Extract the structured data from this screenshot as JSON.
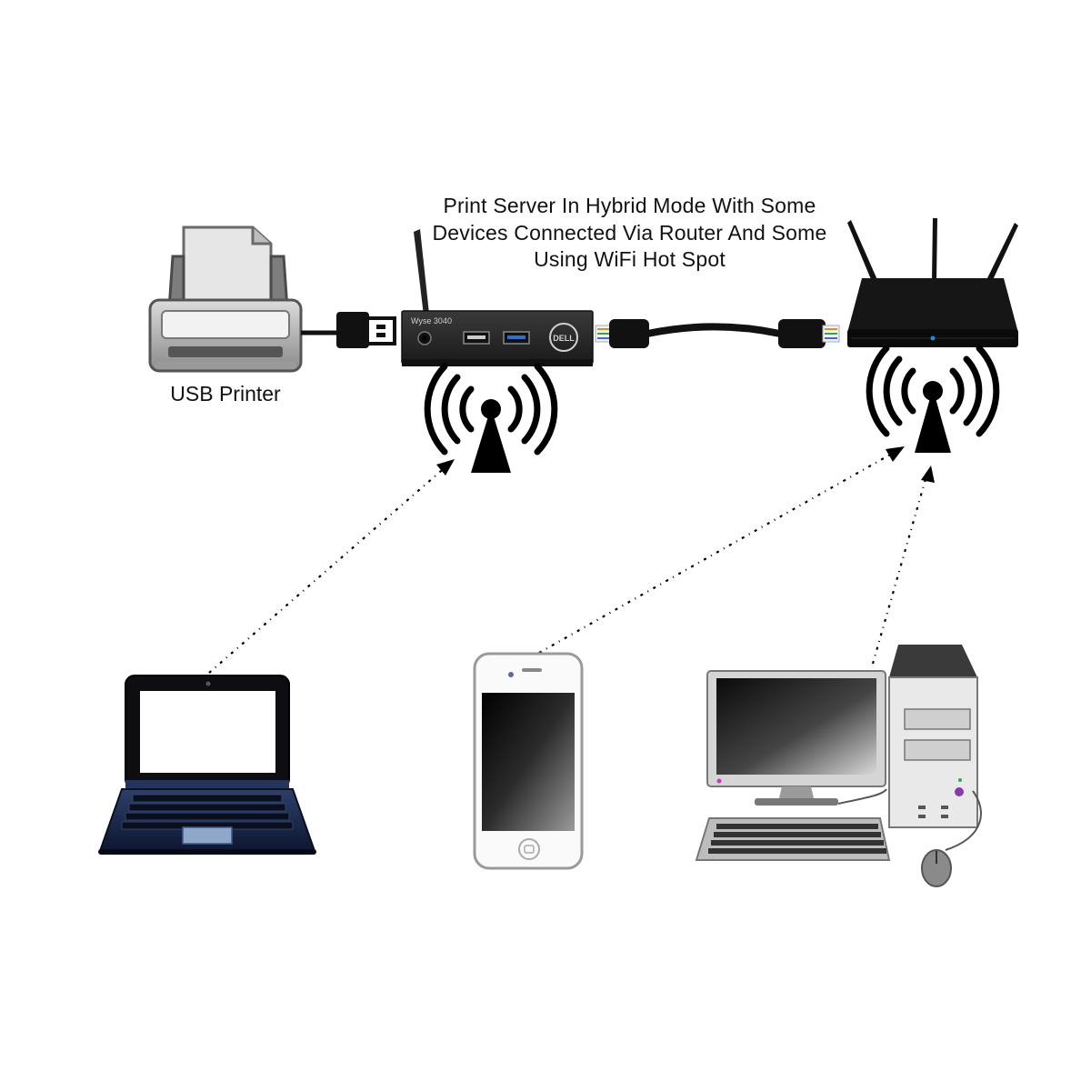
{
  "title": "Print Server In Hybrid Mode With Some Devices Connected Via Router And Some Using WiFi Hot Spot",
  "printer_label": "USB Printer",
  "device_text": {
    "model": "Wyse 3040",
    "brand": "DELL"
  },
  "colors": {
    "background": "#ffffff",
    "device_body": "#2a2a2a",
    "router_body": "#111111",
    "usb_port_blue": "#2f6fd0",
    "router_led": "#1e8fd6"
  },
  "icons": [
    "printer-icon",
    "print-server-icon",
    "router-icon",
    "wifi-hotspot-icon",
    "laptop-icon",
    "smartphone-icon",
    "desktop-pc-icon"
  ]
}
